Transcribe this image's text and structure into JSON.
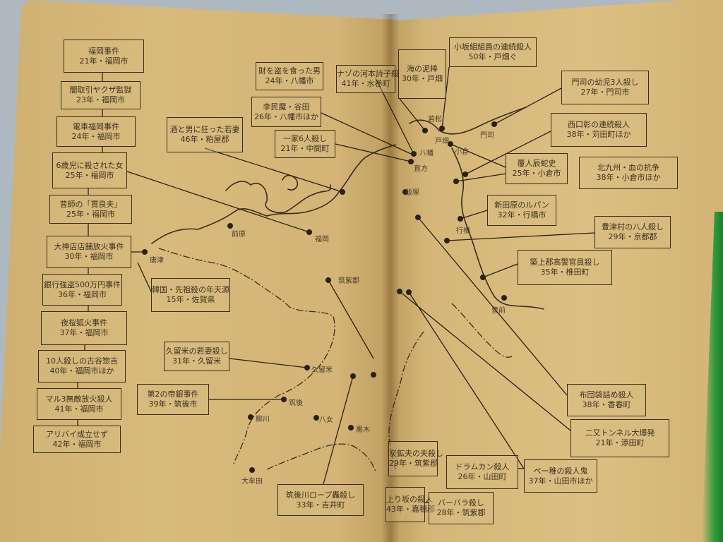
{
  "boxes": [
    {
      "id": "b1",
      "l1": "福岡事件",
      "l2": "21年・福岡市"
    },
    {
      "id": "b2",
      "l1": "闇取引ヤクザ監獄",
      "l2": "23年・福岡市"
    },
    {
      "id": "b3",
      "l1": "電車福岡事件",
      "l2": "24年・福岡市"
    },
    {
      "id": "b4",
      "l1": "6歳児に殺された女",
      "l2": "25年・福岡市"
    },
    {
      "id": "b5",
      "l1": "昔師の「貫良夫」",
      "l2": "25年・福岡市"
    },
    {
      "id": "b6",
      "l1": "大神店店舗放火事件",
      "l2": "30年・福岡市"
    },
    {
      "id": "b7",
      "l1": "銀行強盗500万円事件",
      "l2": "36年・福岡市"
    },
    {
      "id": "b8",
      "l1": "夜桜狐火事件",
      "l2": "37年・福岡市"
    },
    {
      "id": "b9",
      "l1": "10人殺しの古谷惣吉",
      "l2": "40年・福岡市ほか"
    },
    {
      "id": "b10",
      "l1": "マル3無敵放火殺人",
      "l2": "41年・福岡市"
    },
    {
      "id": "b11",
      "l1": "アリバイ成立せず",
      "l2": "42年・福岡市"
    },
    {
      "id": "b12",
      "l1": "酒と男に狂った若妻",
      "l2": "46年・粕屋郡"
    },
    {
      "id": "b13",
      "l1": "財を盗を食った男",
      "l2": "24年・八幡市"
    },
    {
      "id": "b14",
      "l1": "李民魔・谷田",
      "l2": "26年・八幡市ほか"
    },
    {
      "id": "b15",
      "l1": "一家6人殺し",
      "l2": "21年・中間町"
    },
    {
      "id": "b16",
      "l1": "ナゾの河本詩子殺",
      "l2": "41年・水巻町"
    },
    {
      "id": "b17",
      "l1": "海の泥棒",
      "l2": "30年・戸畑"
    },
    {
      "id": "b18",
      "l1": "小坂組組員の連続殺人",
      "l2": "50年・戸畑ぐ"
    },
    {
      "id": "b19",
      "l1": "門司の幼児3人殺し",
      "l2": "27年・門司市"
    },
    {
      "id": "b20",
      "l1": "西口彰の連続殺人",
      "l2": "38年・苅田町ほか"
    },
    {
      "id": "b21",
      "l1": "覆人辰蛇史",
      "l2": "25年・小倉市"
    },
    {
      "id": "b22",
      "l1": "北九州・血の抗争",
      "l2": "38年・小倉市ほか"
    },
    {
      "id": "b23",
      "l1": "新田原のルパン",
      "l2": "32年・行橋市"
    },
    {
      "id": "b24",
      "l1": "豊津村の八人殺し",
      "l2": "29年・京都郡"
    },
    {
      "id": "b25",
      "l1": "築上郡高警官員殺し",
      "l2": "35年・椎田町"
    },
    {
      "id": "b26",
      "l1": "韓国・先祖殺の年天源",
      "l2": "15年・佐賀県"
    },
    {
      "id": "b27",
      "l1": "久留米の若妻殺し",
      "l2": "31年・久留米"
    },
    {
      "id": "b28",
      "l1": "第2の帝銀事件",
      "l2": "39年・筑後市"
    },
    {
      "id": "b29",
      "l1": "布団袋詰め殺人",
      "l2": "38年・香春町"
    },
    {
      "id": "b30",
      "l1": "二又トンネル大爆発",
      "l2": "21年・添田町"
    },
    {
      "id": "b31",
      "l1": "ドラムカン殺人",
      "l2": "26年・山田町"
    },
    {
      "id": "b32",
      "l1": "ペー稚の殺人鬼",
      "l2": "37年・山田市ほか"
    },
    {
      "id": "b33",
      "l1": "筑後川ロープ轟殺し",
      "l2": "33年・吉井町"
    },
    {
      "id": "b34",
      "l1": "炭鉱夫の夫殺し",
      "l2": "29年・筑紫郡"
    },
    {
      "id": "b35",
      "l1": "上り坂の殺人",
      "l2": "43年・嘉穂郡"
    },
    {
      "id": "b36",
      "l1": "バーバラ殺し",
      "l2": "28年・筑紫郡"
    }
  ],
  "places": [
    {
      "id": "p1",
      "name": "前原"
    },
    {
      "id": "p2",
      "name": "福岡"
    },
    {
      "id": "p3",
      "name": "唐津"
    },
    {
      "id": "p4",
      "name": "筑紫郡"
    },
    {
      "id": "p5",
      "name": "久留米"
    },
    {
      "id": "p6",
      "name": "筑後"
    },
    {
      "id": "p7",
      "name": "柳川"
    },
    {
      "id": "p8",
      "name": "八女"
    },
    {
      "id": "p9",
      "name": "黒木"
    },
    {
      "id": "p10",
      "name": "大牟田"
    },
    {
      "id": "p11",
      "name": "若松"
    },
    {
      "id": "p12",
      "name": "戸畑"
    },
    {
      "id": "p13",
      "name": "八幡"
    },
    {
      "id": "p14",
      "name": "門司"
    },
    {
      "id": "p15",
      "name": "小倉"
    },
    {
      "id": "p16",
      "name": "直方"
    },
    {
      "id": "p17",
      "name": "飯塚"
    },
    {
      "id": "p18",
      "name": "行橋"
    },
    {
      "id": "p19",
      "name": "豊前"
    }
  ]
}
